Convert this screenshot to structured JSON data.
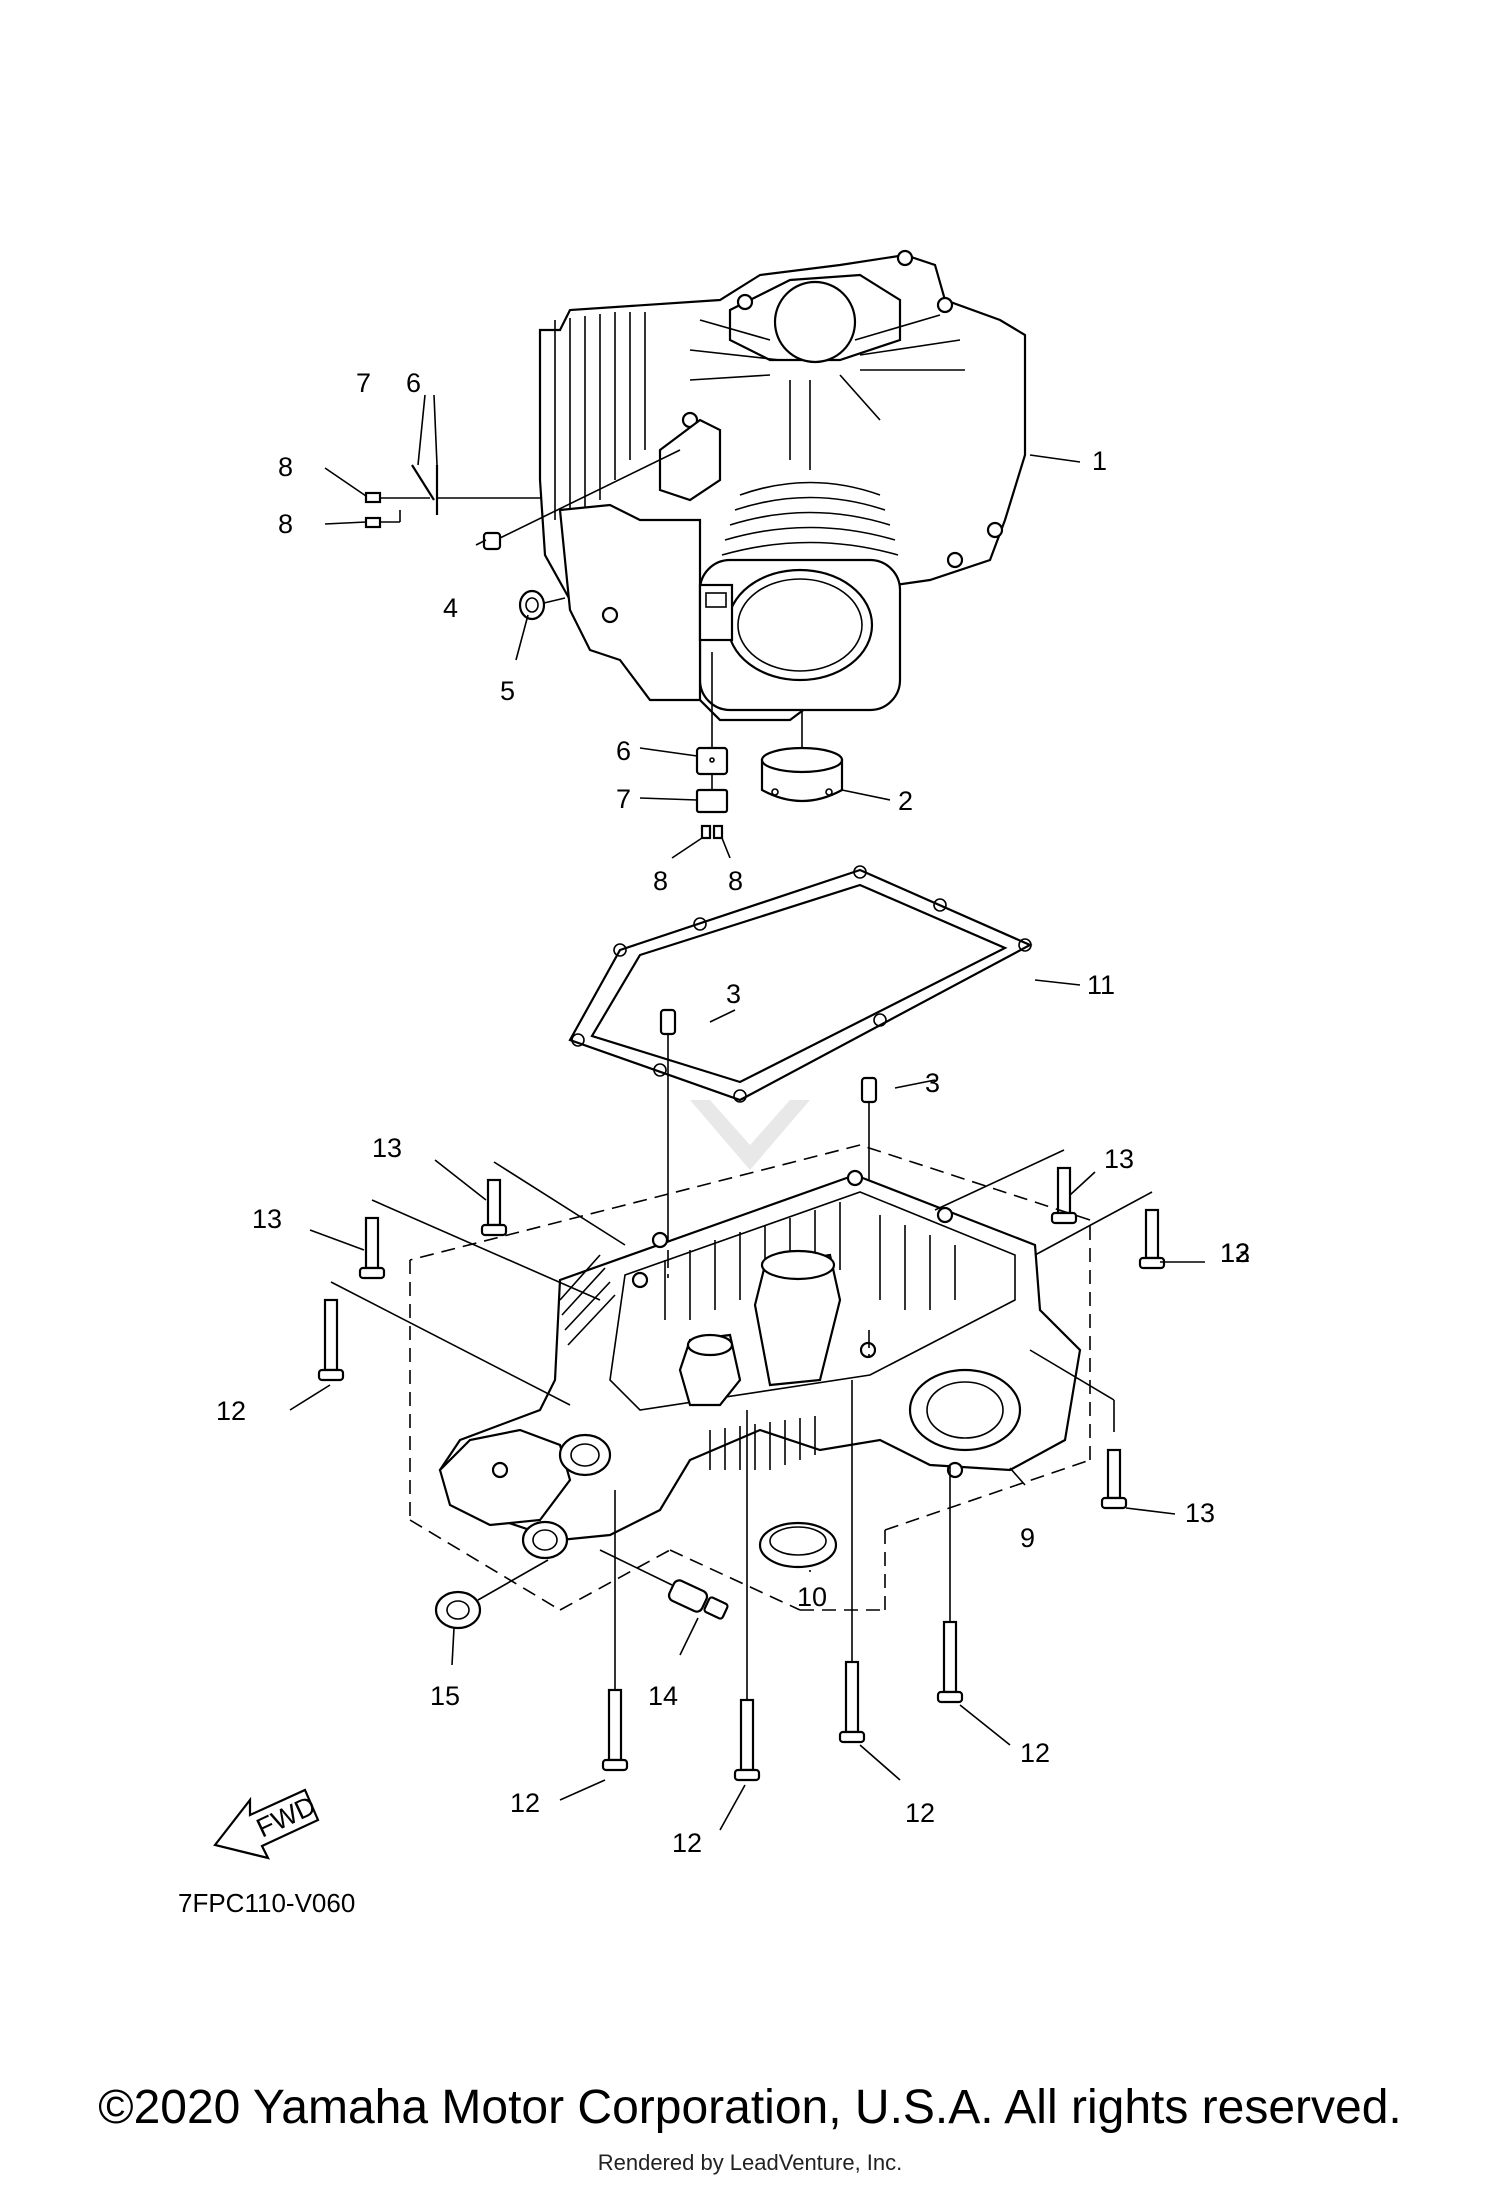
{
  "diagram_code": "7FPC110-V060",
  "fwd_label": "FWD",
  "copyright": "©2020 Yamaha Motor Corporation, U.S.A. All rights reserved.",
  "rendered_by": "Rendered by LeadVenture, Inc.",
  "callouts": {
    "c1": "1",
    "c2": "2",
    "c3a": "3",
    "c3b": "3",
    "c4": "4",
    "c5": "5",
    "c6a": "6",
    "c6b": "6",
    "c7a": "7",
    "c7b": "7",
    "c8a": "8",
    "c8b": "8",
    "c8c": "8",
    "c8d": "8",
    "c9": "9",
    "c10": "10",
    "c11": "11",
    "c12a": "12",
    "c12b": "12",
    "c12c": "12",
    "c12d": "12",
    "c12e": "12",
    "c12f": "12",
    "c13a": "13",
    "c13b": "13",
    "c13c": "13",
    "c13d": "13",
    "c13e": "13",
    "c14": "14",
    "c15": "15"
  }
}
